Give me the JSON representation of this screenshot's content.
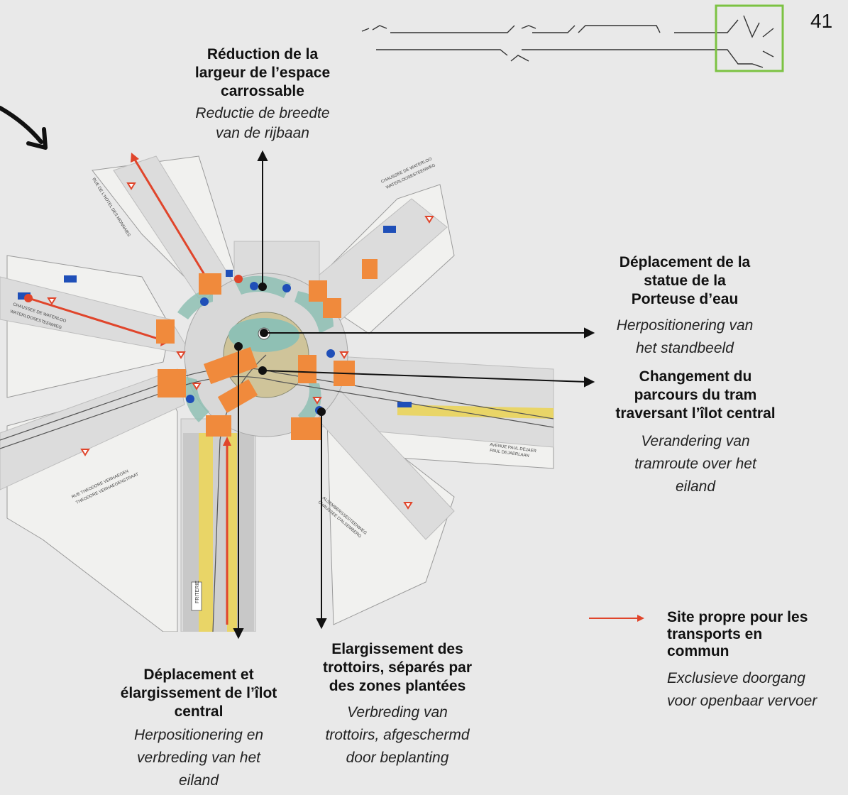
{
  "page_number": "41",
  "annotations": {
    "roadway": {
      "fr": [
        "Réduction de la",
        "largeur de l’espace",
        "carrossable"
      ],
      "nl": [
        "Reductie de breedte",
        "van de rijbaan"
      ]
    },
    "statue": {
      "fr": [
        "Déplacement de la",
        "statue de la",
        "Porteuse d’eau"
      ],
      "nl": [
        "Herpositionering van",
        "het standbeeld"
      ]
    },
    "tram": {
      "fr": [
        "Changement du",
        "parcours du tram",
        "traversant l’îlot central"
      ],
      "nl": [
        "Verandering van",
        "tramroute over het",
        "eiland"
      ]
    },
    "island": {
      "fr": [
        "Déplacement et",
        "élargissement de l’îlot",
        "central"
      ],
      "nl": [
        "Herpositionering en",
        "verbreding van het",
        "eiland"
      ]
    },
    "sidewalks": {
      "fr": [
        "Elargissement des",
        "trottoirs, séparés par",
        "des zones plantées"
      ],
      "nl": [
        "Verbreding van",
        "trottoirs, afgeschermd",
        "door beplanting"
      ]
    }
  },
  "legend": {
    "color": "#e0452b",
    "fr": [
      "Site propre pour les",
      "transports en",
      "commun"
    ],
    "nl": [
      "Exclusieve doorgang",
      "voor openbaar vervoer"
    ]
  },
  "plan_labels": {
    "waterloo_ne": "CHAUSSEE DE WATERLOO",
    "waterloo_ne_nl": "WATERLOOSESTEENWEG",
    "waterloo_w": "CHAUSSEE DE WATERLOO",
    "waterloo_w_nl": "WATERLOOSESTEENWEG",
    "theodore_fr": "RUE THEODORE VERHAEGEN",
    "theodore_nl": "THEODORE VERHAEGENSTRAAT",
    "dejaer_fr": "AVENUE PAUL DEJAER",
    "dejaer_nl": "PAUL DEJAERLAAN",
    "alsemberg_fr": "CHAUSSEE D'ALSEMBERG",
    "alsemberg_nl": "ALSEMBERGSESTEENWEG",
    "hotel_monnaies": "RUE DE L'HOTEL DES MONNAIES",
    "frituur": "FRITERIE"
  },
  "colors": {
    "background": "#e9e9e9",
    "highlight_box": "#7cc242",
    "crossing": "#f08a3c",
    "green_island": "#8fc0b4",
    "central_island": "#cfc49a",
    "tram_lane": "#e0452b",
    "bus_lane": "#e9d567"
  }
}
